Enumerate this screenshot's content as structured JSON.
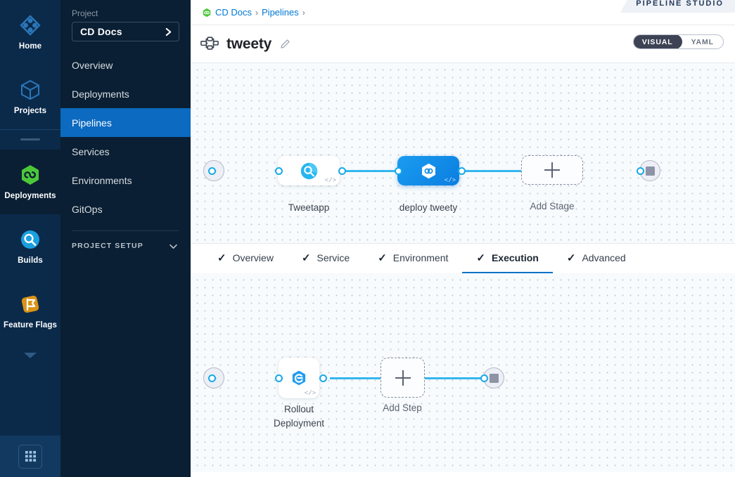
{
  "rail": {
    "items": [
      {
        "label": "Home",
        "icon": "home-diamond-icon",
        "active": false
      },
      {
        "label": "Projects",
        "icon": "cube-icon",
        "active": false
      },
      {
        "label": "Deployments",
        "icon": "deployments-hex-icon",
        "active": true
      },
      {
        "label": "Builds",
        "icon": "builds-circle-icon",
        "active": false
      },
      {
        "label": "Feature Flags",
        "icon": "flag-icon",
        "active": false
      }
    ],
    "expand_icon": "chevron-down-icon",
    "grid_icon": "app-grid-icon"
  },
  "sidebar": {
    "project_label": "Project",
    "project_name": "CD Docs",
    "project_chevron": "chevron-right-icon",
    "items": [
      {
        "label": "Overview",
        "active": false
      },
      {
        "label": "Deployments",
        "active": false
      },
      {
        "label": "Pipelines",
        "active": true
      },
      {
        "label": "Services",
        "active": false
      },
      {
        "label": "Environments",
        "active": false
      },
      {
        "label": "GitOps",
        "active": false
      }
    ],
    "setup_label": "PROJECT SETUP",
    "setup_chevron": "chevron-down-icon"
  },
  "breadcrumb": {
    "module_icon": "harness-cd-icon",
    "crumbs": [
      "CD Docs",
      "Pipelines"
    ],
    "separator": "›",
    "trailing_separator": "›"
  },
  "studio_badge": "PIPELINE STUDIO",
  "header": {
    "pipeline_icon": "pipeline-hierarchy-icon",
    "title": "tweety",
    "edit_icon": "pencil-icon"
  },
  "view_toggle": {
    "options": [
      "VISUAL",
      "YAML"
    ],
    "selected": "VISUAL"
  },
  "stage_canvas": {
    "start_icon": "play-icon",
    "end_icon": "stop-icon",
    "nodes": [
      {
        "name": "Tweetapp",
        "type": "build",
        "icon": "build-ci-icon",
        "selected": false,
        "code_mark": "</>"
      },
      {
        "name": "deploy tweety",
        "type": "deploy",
        "icon": "deploy-hex-icon",
        "selected": true,
        "code_mark": "</>"
      }
    ],
    "add_label": "Add Stage",
    "add_icon": "plus-icon"
  },
  "tabs": [
    {
      "label": "Overview",
      "checked": true,
      "active": false
    },
    {
      "label": "Service",
      "checked": true,
      "active": false
    },
    {
      "label": "Environment",
      "checked": true,
      "active": false
    },
    {
      "label": "Execution",
      "checked": true,
      "active": true
    },
    {
      "label": "Advanced",
      "checked": true,
      "active": false
    }
  ],
  "tab_check_glyph": "✓",
  "step_canvas": {
    "start_icon": "play-icon",
    "end_icon": "stop-icon",
    "nodes": [
      {
        "name_line1": "Rollout",
        "name_line2": "Deployment",
        "icon": "kubernetes-hex-icon",
        "code_mark": "</>"
      }
    ],
    "add_label": "Add Step",
    "add_icon": "plus-icon"
  },
  "colors": {
    "rail_bg": "#0b2a4a",
    "sidebar_bg": "#0a1f33",
    "active_nav": "#0c6ac0",
    "link_blue": "#0278d5",
    "wire_blue": "#34b6f0",
    "selected_node": "#0b7ee0",
    "tab_underline": "#0b72c8",
    "canvas_bg": "#f7fbfd"
  }
}
